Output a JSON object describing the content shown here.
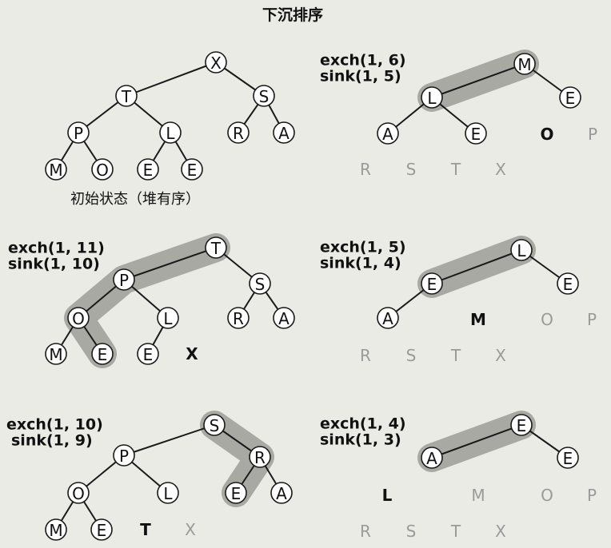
{
  "title": "下沉排序",
  "panels": [
    {
      "id": "initial",
      "code": [],
      "caption": "初始状态（堆有序）",
      "nodes": [
        {
          "label": "X"
        },
        {
          "label": "T"
        },
        {
          "label": "S"
        },
        {
          "label": "P"
        },
        {
          "label": "L"
        },
        {
          "label": "R"
        },
        {
          "label": "A"
        },
        {
          "label": "M"
        },
        {
          "label": "O"
        },
        {
          "label": "E"
        },
        {
          "label": "E"
        }
      ],
      "edges": [
        [
          0,
          1
        ],
        [
          0,
          2
        ],
        [
          1,
          3
        ],
        [
          1,
          4
        ],
        [
          2,
          5
        ],
        [
          2,
          6
        ],
        [
          3,
          7
        ],
        [
          3,
          8
        ],
        [
          4,
          9
        ],
        [
          4,
          10
        ]
      ],
      "highlight": [],
      "sorted": []
    },
    {
      "id": "step-1-11",
      "code": [
        "exch(1, 11)",
        "sink(1, 10)"
      ],
      "caption": "",
      "nodes": [
        {
          "label": "T"
        },
        {
          "label": "P"
        },
        {
          "label": "S"
        },
        {
          "label": "O"
        },
        {
          "label": "L"
        },
        {
          "label": "R"
        },
        {
          "label": "A"
        },
        {
          "label": "M"
        },
        {
          "label": "E"
        },
        {
          "label": "E"
        }
      ],
      "edges": [
        [
          0,
          1
        ],
        [
          0,
          2
        ],
        [
          1,
          3
        ],
        [
          1,
          4
        ],
        [
          2,
          5
        ],
        [
          2,
          6
        ],
        [
          3,
          7
        ],
        [
          3,
          8
        ],
        [
          4,
          9
        ]
      ],
      "highlight": [
        0,
        1,
        3,
        8
      ],
      "sorted": [
        {
          "label": "X",
          "style": "bold"
        }
      ]
    },
    {
      "id": "step-1-10",
      "code": [
        "exch(1, 10)",
        "sink(1, 9)"
      ],
      "caption": "",
      "nodes": [
        {
          "label": "S"
        },
        {
          "label": "P"
        },
        {
          "label": "R"
        },
        {
          "label": "O"
        },
        {
          "label": "L"
        },
        {
          "label": "E"
        },
        {
          "label": "A"
        },
        {
          "label": "M"
        },
        {
          "label": "E"
        }
      ],
      "edges": [
        [
          0,
          1
        ],
        [
          0,
          2
        ],
        [
          1,
          3
        ],
        [
          1,
          4
        ],
        [
          2,
          5
        ],
        [
          2,
          6
        ],
        [
          3,
          7
        ],
        [
          3,
          8
        ]
      ],
      "highlight": [
        0,
        2,
        5
      ],
      "sorted": [
        {
          "label": "T",
          "style": "bold"
        },
        {
          "label": "X",
          "style": "gray"
        }
      ]
    },
    {
      "id": "step-1-6",
      "code": [
        "exch(1, 6)",
        "sink(1, 5)"
      ],
      "caption": "",
      "nodes": [
        {
          "label": "M"
        },
        {
          "label": "L"
        },
        {
          "label": "E"
        },
        {
          "label": "A"
        },
        {
          "label": "E"
        }
      ],
      "edges": [
        [
          0,
          1
        ],
        [
          0,
          2
        ],
        [
          1,
          3
        ],
        [
          1,
          4
        ]
      ],
      "highlight": [
        0,
        1
      ],
      "sorted": [
        {
          "label": "O",
          "style": "bold"
        },
        {
          "label": "P",
          "style": "gray"
        },
        {
          "label": "R",
          "style": "gray"
        },
        {
          "label": "S",
          "style": "gray"
        },
        {
          "label": "T",
          "style": "gray"
        },
        {
          "label": "X",
          "style": "gray"
        }
      ]
    },
    {
      "id": "step-1-5",
      "code": [
        "exch(1, 5)",
        "sink(1, 4)"
      ],
      "caption": "",
      "nodes": [
        {
          "label": "L"
        },
        {
          "label": "E"
        },
        {
          "label": "E"
        },
        {
          "label": "A"
        }
      ],
      "edges": [
        [
          0,
          1
        ],
        [
          0,
          2
        ],
        [
          1,
          3
        ]
      ],
      "highlight": [
        0,
        1
      ],
      "sorted": [
        {
          "label": "M",
          "style": "bold"
        },
        {
          "label": "O",
          "style": "gray"
        },
        {
          "label": "P",
          "style": "gray"
        },
        {
          "label": "R",
          "style": "gray"
        },
        {
          "label": "S",
          "style": "gray"
        },
        {
          "label": "T",
          "style": "gray"
        },
        {
          "label": "X",
          "style": "gray"
        }
      ]
    },
    {
      "id": "step-1-4",
      "code": [
        "exch(1, 4)",
        "sink(1, 3)"
      ],
      "caption": "",
      "nodes": [
        {
          "label": "E"
        },
        {
          "label": "A"
        },
        {
          "label": "E"
        }
      ],
      "edges": [
        [
          0,
          1
        ],
        [
          0,
          2
        ]
      ],
      "highlight": [
        0,
        1
      ],
      "sorted": [
        {
          "label": "L",
          "style": "bold"
        },
        {
          "label": "M",
          "style": "gray"
        },
        {
          "label": "O",
          "style": "gray"
        },
        {
          "label": "P",
          "style": "gray"
        },
        {
          "label": "R",
          "style": "gray"
        },
        {
          "label": "S",
          "style": "gray"
        },
        {
          "label": "T",
          "style": "gray"
        },
        {
          "label": "X",
          "style": "gray"
        }
      ]
    }
  ],
  "colors": {
    "background": "#ebebe6",
    "highlight": "#a9a9a4",
    "node_fill": "#ffffff",
    "node_stroke": "#1a1a1a",
    "edge": "#1a1a1a",
    "text": "#111111",
    "gray_text": "#9a9a9a"
  }
}
